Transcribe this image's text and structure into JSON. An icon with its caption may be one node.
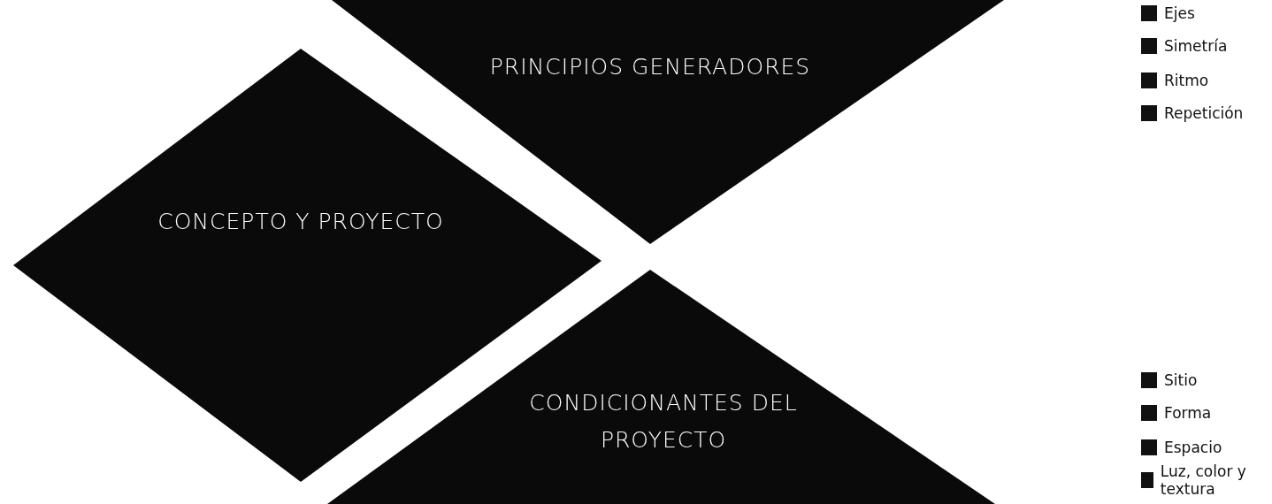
{
  "diagram": {
    "nodes": [
      {
        "text": [
          "PRINCIPIOS GENERADORES"
        ]
      },
      {
        "text": [
          "CONCEPTO Y PROYECTO"
        ]
      },
      {
        "text": [
          "CONDICIONANTES DEL PROYECTO"
        ]
      }
    ],
    "labels": [
      "Ejes",
      "Simetría",
      "Ritmo",
      "Repetición",
      "Sitio",
      "Forma",
      "Espacio",
      "Luz, color y textura"
    ]
  }
}
